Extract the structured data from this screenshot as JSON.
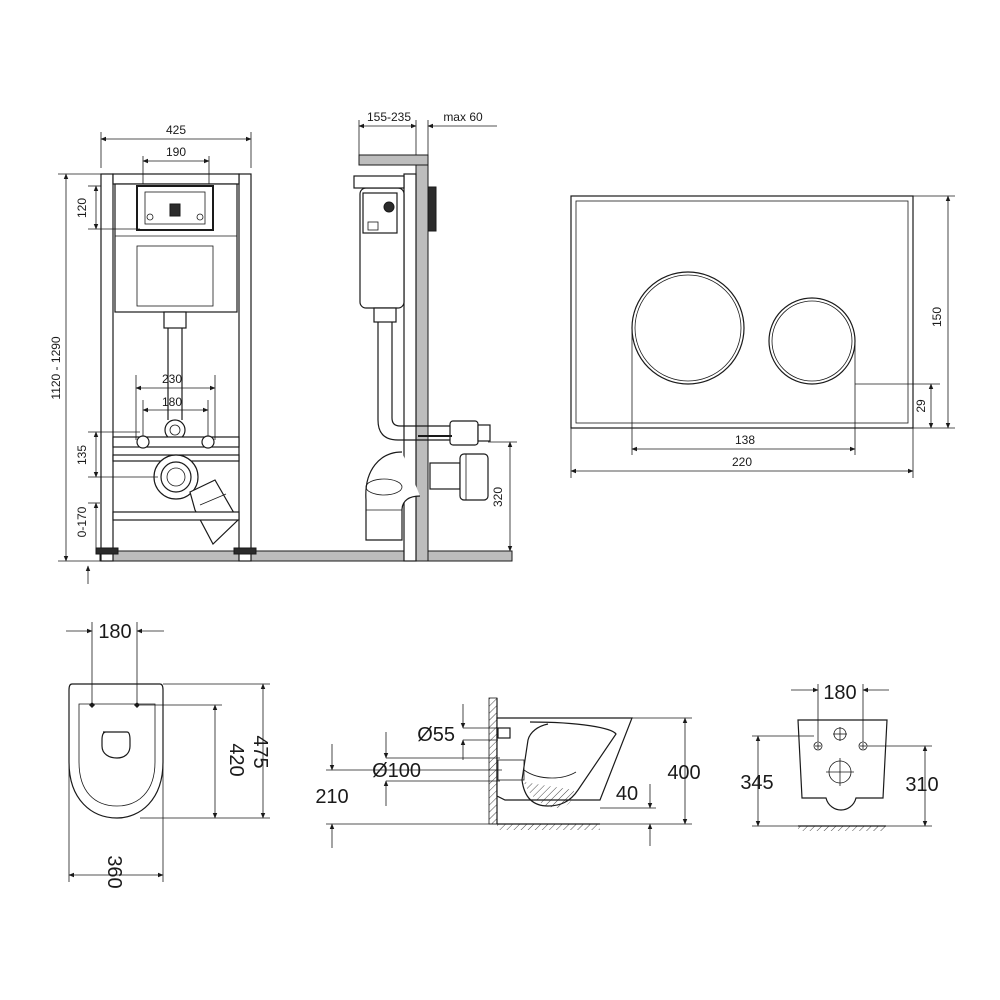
{
  "frame_front": {
    "width": "425",
    "plate_width": "190",
    "top_offset": "120",
    "height_range": "1120 - 1290",
    "bolt_spacing_outer": "230",
    "bolt_spacing_inner": "180",
    "bolt_height": "135",
    "foot_range": "0-170"
  },
  "frame_side": {
    "depth_range": "155-235",
    "wall_max": "max 60",
    "outlet_height": "320"
  },
  "flush_plate": {
    "height": "150",
    "button_offset": "29",
    "button_span": "138",
    "width": "220"
  },
  "bowl_top": {
    "bolt_spacing": "180",
    "depth_inner": "420",
    "depth_outer": "475",
    "width": "360"
  },
  "bowl_side": {
    "inlet_diameter": "Ø55",
    "outlet_diameter": "Ø100",
    "outlet_height": "210",
    "rim_height": "400",
    "lip": "40"
  },
  "bowl_back": {
    "bolt_spacing": "180",
    "height_outer": "345",
    "height_inner": "310"
  }
}
